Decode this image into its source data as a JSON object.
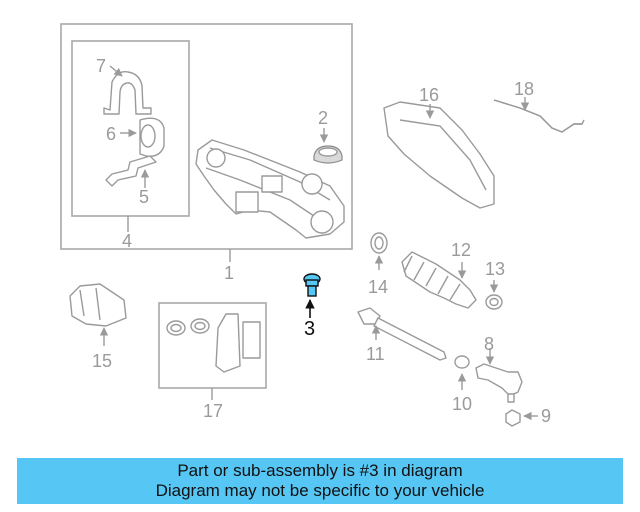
{
  "parts": [
    {
      "id": "1",
      "label": "1"
    },
    {
      "id": "2",
      "label": "2"
    },
    {
      "id": "3",
      "label": "3",
      "highlighted": true,
      "color": "#56c6f4"
    },
    {
      "id": "4",
      "label": "4"
    },
    {
      "id": "5",
      "label": "5"
    },
    {
      "id": "6",
      "label": "6"
    },
    {
      "id": "7",
      "label": "7"
    },
    {
      "id": "8",
      "label": "8"
    },
    {
      "id": "9",
      "label": "9"
    },
    {
      "id": "10",
      "label": "10"
    },
    {
      "id": "11",
      "label": "11"
    },
    {
      "id": "12",
      "label": "12"
    },
    {
      "id": "13",
      "label": "13"
    },
    {
      "id": "14",
      "label": "14"
    },
    {
      "id": "15",
      "label": "15"
    },
    {
      "id": "16",
      "label": "16"
    },
    {
      "id": "17",
      "label": "17"
    },
    {
      "id": "18",
      "label": "18"
    }
  ],
  "banner": {
    "line1": "Part or sub-assembly is #3 in diagram",
    "line2": "Diagram may not be specific to your vehicle",
    "color": "#56c6f4"
  }
}
